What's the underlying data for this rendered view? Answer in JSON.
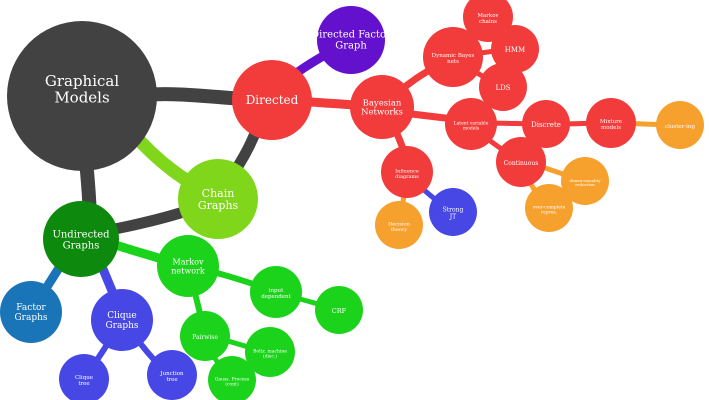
{
  "colors": {
    "root": "#424242",
    "red": "#f23b3b",
    "purple": "#6311cc",
    "lime": "#7fd61b",
    "darkgreen": "#0d8a0d",
    "green": "#1ad31a",
    "blue": "#4747e6",
    "steel": "#1a74b8",
    "orange": "#f6a02e",
    "connector": "#3b3b3b"
  },
  "nodes": {
    "graphical_models": "Graphical Models",
    "directed": "Directed",
    "directed_factor_graph": "Directed Factor Graph",
    "chain_graphs": "Chain Graphs",
    "undirected_graphs": "Undirected Graphs",
    "bayesian_networks": "Bayesian Networks",
    "dynamic_bayes_nets": "Dynamic Bayes nets",
    "markov_chains": "Markov chains",
    "hmm": "HMM",
    "lds": "LDS",
    "latent_variable_models": "Latent variable models",
    "discrete": "Discrete",
    "mixture_models": "Mixture models",
    "clustering": "cluster-ing",
    "continuous": "Continuous",
    "dimensionality_reduction": "dimen-sionality reduction",
    "over_complete_representation": "over-complete repres.",
    "influence_diagrams": "Influence diagrams",
    "decision_theory": "Decision theory",
    "strong_jt": "Strong JT",
    "markov_network": "Markov network",
    "input_dependent": "input dependent",
    "crf": "CRF",
    "pairwise": "Pairwise",
    "boltz_machine": "Boltz. machine (disc.)",
    "gauss_process": "Gauss. Process (cont)",
    "factor_graphs": "Factor Graphs",
    "clique_graphs": "Clique Graphs",
    "clique_tree": "Clique tree",
    "junction_tree": "Junction tree"
  }
}
